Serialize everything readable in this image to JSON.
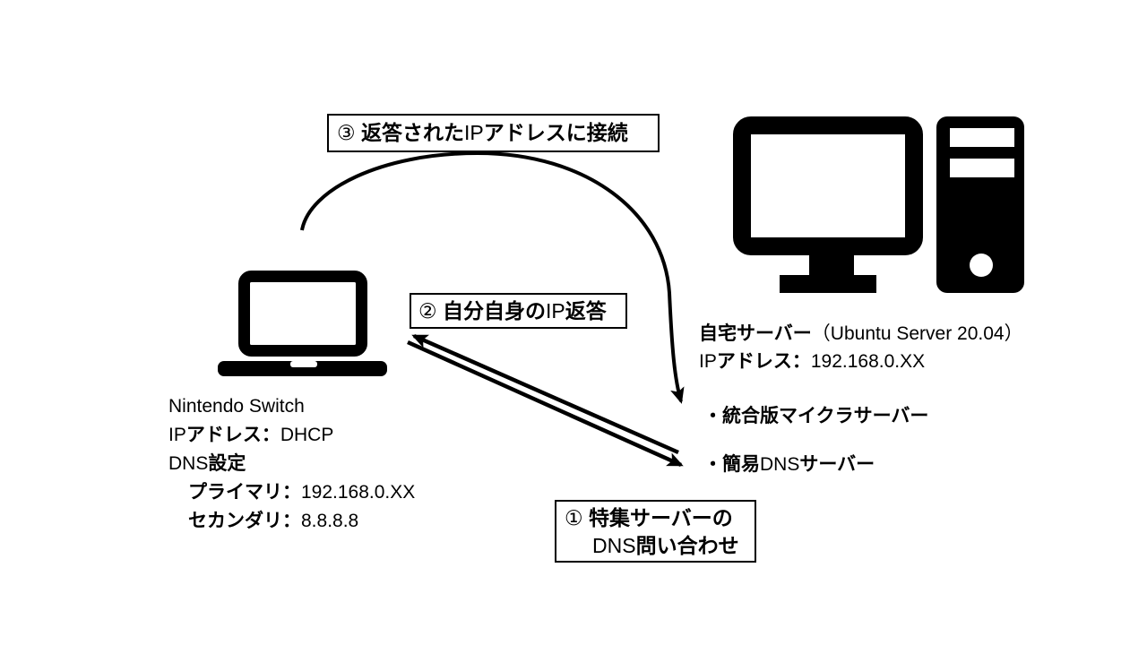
{
  "slide": {
    "background": "#ffffff",
    "ink": "#000000"
  },
  "icons": {
    "client": "laptop-icon",
    "server": "desktop-pc-icon"
  },
  "labels": {
    "step3": [
      {
        "t": "③ "
      },
      {
        "t": "返答された",
        "b": true
      },
      {
        "t": "IP"
      },
      {
        "t": "アドレスに接続",
        "b": true
      }
    ],
    "step2": [
      {
        "t": "② "
      },
      {
        "t": "自分自身の",
        "b": true
      },
      {
        "t": "IP"
      },
      {
        "t": "返答",
        "b": true
      }
    ],
    "step1_line1": [
      {
        "t": "① "
      },
      {
        "t": "特集サーバーの",
        "b": true
      }
    ],
    "step1_line2": [
      {
        "t": "DNS"
      },
      {
        "t": "問い合わせ",
        "b": true
      }
    ]
  },
  "switch_info": {
    "lines": [
      [
        {
          "t": "Nintendo Switch"
        }
      ],
      [
        {
          "t": "IP"
        },
        {
          "t": "アドレス：",
          "b": true
        },
        {
          "t": "DHCP"
        }
      ],
      [
        {
          "t": "DNS"
        },
        {
          "t": "設定",
          "b": true
        }
      ],
      [
        {
          "t": "プライマリ：",
          "b": true
        },
        {
          "t": "192.168.0.XX"
        }
      ],
      [
        {
          "t": "セカンダリ：",
          "b": true
        },
        {
          "t": "8.8.8.8"
        }
      ]
    ]
  },
  "server_info": {
    "lines": [
      [
        {
          "t": "自宅サーバー",
          "b": true
        },
        {
          "t": "（Ubuntu Server 20.04）"
        }
      ],
      [
        {
          "t": "IP"
        },
        {
          "t": "アドレス：",
          "b": true
        },
        {
          "t": "192.168.0.XX"
        }
      ]
    ],
    "bullets": [
      [
        {
          "t": "・統合版マイクラサーバー",
          "b": true
        }
      ],
      [
        {
          "t": "・簡易",
          "b": true
        },
        {
          "t": "DNS"
        },
        {
          "t": "サーバー",
          "b": true
        }
      ]
    ]
  }
}
